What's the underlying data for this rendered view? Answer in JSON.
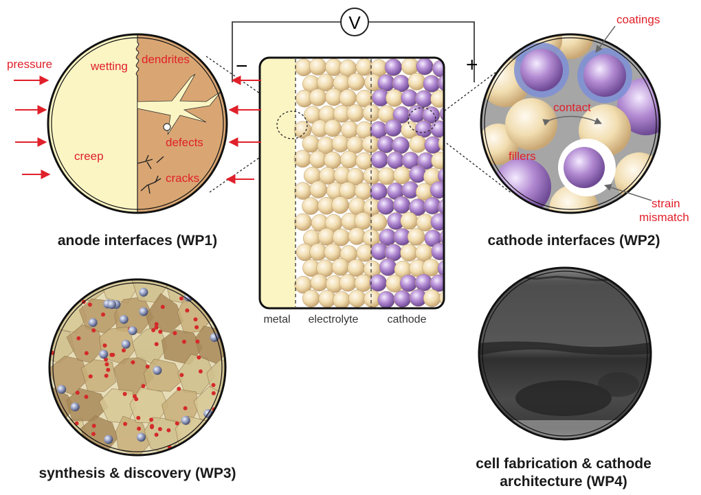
{
  "voltmeter": {
    "symbol": "V",
    "minus": "−",
    "plus": "+"
  },
  "cell": {
    "metal": "metal",
    "electrolyte": "electrolyte",
    "cathode": "cathode"
  },
  "anode": {
    "caption": "anode interfaces (WP1)",
    "labels": {
      "pressure": "pressure",
      "wetting": "wetting",
      "dendrites": "dendrites",
      "creep": "creep",
      "defects": "defects",
      "cracks": "cracks"
    }
  },
  "cathode_panel": {
    "caption": "cathode interfaces (WP2)",
    "labels": {
      "coatings": "coatings",
      "contact": "contact",
      "fillers": "fillers",
      "strain": "strain",
      "mismatch": "mismatch"
    }
  },
  "synthesis": {
    "caption": "synthesis & discovery (WP3)"
  },
  "fabrication": {
    "caption_line1": "cell fabrication & cathode",
    "caption_line2": "architecture (WP4)"
  },
  "colors": {
    "label_red": "#e0202a",
    "metal": "#fbf5c3",
    "anode_dark": "#d9a673",
    "electrolyte_particle": "#efd9a8",
    "cathode_particle": "#a880c8",
    "coating": "#7c8fd6"
  }
}
